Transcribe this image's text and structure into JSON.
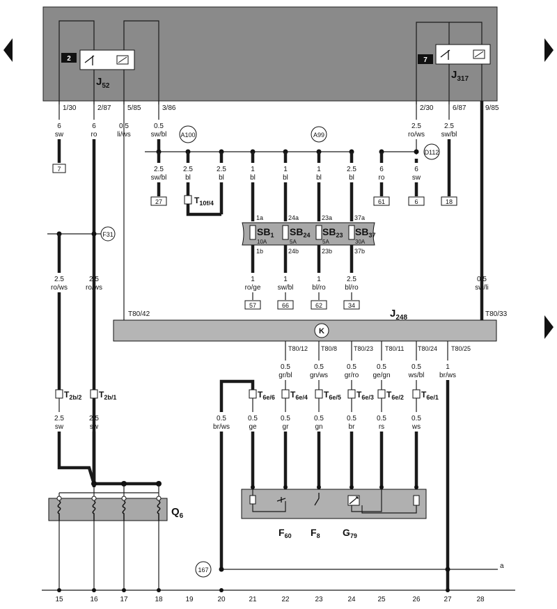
{
  "relays": [
    {
      "id": "J52",
      "name": "J",
      "sub": "52",
      "badge": "2"
    },
    {
      "id": "J317",
      "name": "J",
      "sub": "317",
      "badge": "7"
    }
  ],
  "top_wires": [
    {
      "term": "1/30",
      "gauge": "6",
      "color": "sw"
    },
    {
      "term": "2/87",
      "gauge": "6",
      "color": "ro"
    },
    {
      "term": "5/85",
      "gauge": "0.5",
      "color": "li/ws"
    },
    {
      "term": "3/86",
      "gauge": "0.5",
      "color": "sw/bl"
    },
    {
      "term": "2/30",
      "gauge": "2.5",
      "color": "ro/ws"
    },
    {
      "term": "6/87",
      "gauge": "2.5",
      "color": "sw/bl"
    },
    {
      "term": "9/85",
      "gauge": "",
      "color": ""
    }
  ],
  "points": [
    "A100",
    "A99",
    "D112",
    "F31",
    "167"
  ],
  "branch_wires": [
    {
      "gauge": "2.5",
      "color": "sw/bl"
    },
    {
      "gauge": "2.5",
      "color": "bl"
    },
    {
      "gauge": "2.5",
      "color": "bl"
    },
    {
      "gauge": "1",
      "color": "bl"
    },
    {
      "gauge": "1",
      "color": "bl"
    },
    {
      "gauge": "1",
      "color": "bl"
    },
    {
      "gauge": "2.5",
      "color": "bl"
    },
    {
      "gauge": "6",
      "color": "ro"
    },
    {
      "gauge": "6",
      "color": "sw"
    }
  ],
  "refs": [
    "7",
    "27",
    "61",
    "6",
    "18",
    "57",
    "66",
    "62",
    "34"
  ],
  "connector_t10f": {
    "name": "T",
    "sub": "10f/4"
  },
  "fuses": [
    {
      "name": "SB",
      "sub": "1",
      "amp": "10A",
      "top": "1a",
      "bot": "1b"
    },
    {
      "name": "SB",
      "sub": "24",
      "amp": "5A",
      "top": "24a",
      "bot": "24b"
    },
    {
      "name": "SB",
      "sub": "23",
      "amp": "5A",
      "top": "23a",
      "bot": "23b"
    },
    {
      "name": "SB",
      "sub": "37",
      "amp": "30A",
      "top": "37a",
      "bot": "37b"
    }
  ],
  "fuse_out_wires": [
    {
      "gauge": "1",
      "color": "ro/ge"
    },
    {
      "gauge": "1",
      "color": "sw/bl"
    },
    {
      "gauge": "1",
      "color": "bl/ro"
    },
    {
      "gauge": "2.5",
      "color": "bl/ro"
    }
  ],
  "left_wires": [
    {
      "gauge": "2.5",
      "color": "ro/ws"
    },
    {
      "gauge": "2.5",
      "color": "ro/ws"
    },
    {
      "gauge": "0.5",
      "color": "sw/li"
    }
  ],
  "ecu": {
    "name": "J",
    "sub": "248",
    "symbol": "K",
    "pin_left": "T80/42",
    "pin_right": "T80/33"
  },
  "ecu_out": [
    {
      "pin": "T80/12",
      "gauge": "0.5",
      "color": "gr/bl"
    },
    {
      "pin": "T80/8",
      "gauge": "0.5",
      "color": "gn/ws"
    },
    {
      "pin": "T80/23",
      "gauge": "0.5",
      "color": "gr/ro"
    },
    {
      "pin": "T80/11",
      "gauge": "0.5",
      "color": "ge/gn"
    },
    {
      "pin": "T80/24",
      "gauge": "0.5",
      "color": "ws/bl"
    },
    {
      "pin": "T80/25",
      "gauge": "1",
      "color": "br/ws"
    }
  ],
  "t2b": [
    {
      "name": "T",
      "sub": "2b/2"
    },
    {
      "name": "T",
      "sub": "2b/1"
    }
  ],
  "t2b_wires": [
    {
      "gauge": "2.5",
      "color": "sw"
    },
    {
      "gauge": "2.5",
      "color": "sw"
    }
  ],
  "t6e": [
    {
      "name": "T",
      "sub": "6e/6"
    },
    {
      "name": "T",
      "sub": "6e/4"
    },
    {
      "name": "T",
      "sub": "6e/5"
    },
    {
      "name": "T",
      "sub": "6e/3"
    },
    {
      "name": "T",
      "sub": "6e/2"
    },
    {
      "name": "T",
      "sub": "6e/1"
    }
  ],
  "sensor_wires": [
    {
      "gauge": "0.5",
      "color": "br/ws"
    },
    {
      "gauge": "0.5",
      "color": "ge"
    },
    {
      "gauge": "0.5",
      "color": "gr"
    },
    {
      "gauge": "0.5",
      "color": "gn"
    },
    {
      "gauge": "0.5",
      "color": "br"
    },
    {
      "gauge": "0.5",
      "color": "rs"
    },
    {
      "gauge": "0.5",
      "color": "ws"
    }
  ],
  "glow_plugs": {
    "name": "Q",
    "sub": "6"
  },
  "sensors": [
    {
      "name": "F",
      "sub": "60"
    },
    {
      "name": "F",
      "sub": "8"
    },
    {
      "name": "G",
      "sub": "79"
    }
  ],
  "ground_end_label": "a",
  "bottom_numbers": [
    "15",
    "16",
    "17",
    "18",
    "19",
    "20",
    "21",
    "22",
    "23",
    "24",
    "25",
    "26",
    "27",
    "28"
  ],
  "colors": {
    "panel": "#8a8a8a",
    "ecu": "#b5b5b5",
    "fuse_block": "#a8a8a8",
    "wire": "#1a1a1a"
  }
}
